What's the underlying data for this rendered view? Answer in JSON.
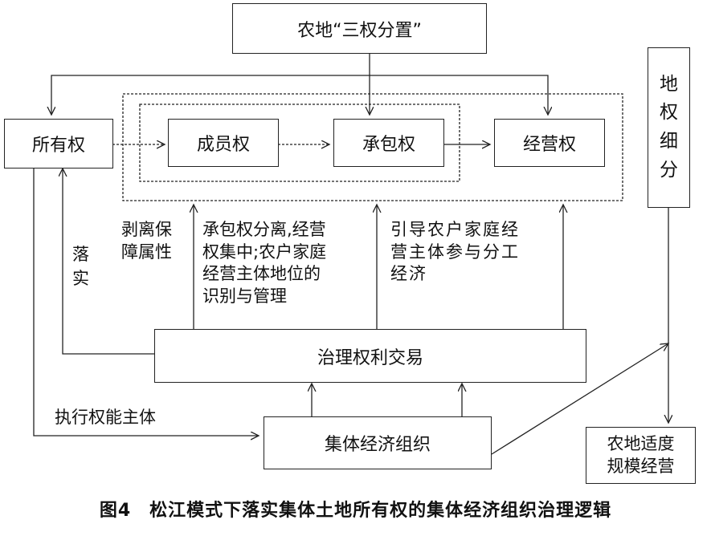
{
  "diagram": {
    "top_box": "农地“三权分置”",
    "ownership": "所有权",
    "member_right": "成员权",
    "contract_right": "承包权",
    "management_right": "经营权",
    "land_right_subdivision": [
      "地",
      "权",
      "细",
      "分"
    ],
    "governance": "治理权利交易",
    "collective_org": "集体经济组织",
    "farmland_scale": [
      "农地适度",
      "规模经营"
    ],
    "label_strip": [
      "剥离保",
      "障属性"
    ],
    "label_separation": [
      "承包权分离,经营",
      "权集中;农户家庭",
      "经营主体地位的",
      "识别与管理"
    ],
    "label_guide": [
      "引导农户家庭经",
      "营主体参与分工",
      "经济"
    ],
    "label_implement": [
      "落",
      "实"
    ],
    "label_executor": "执行权能主体"
  },
  "caption": "图4　松江模式下落实集体土地所有权的集体经济组织治理逻辑"
}
